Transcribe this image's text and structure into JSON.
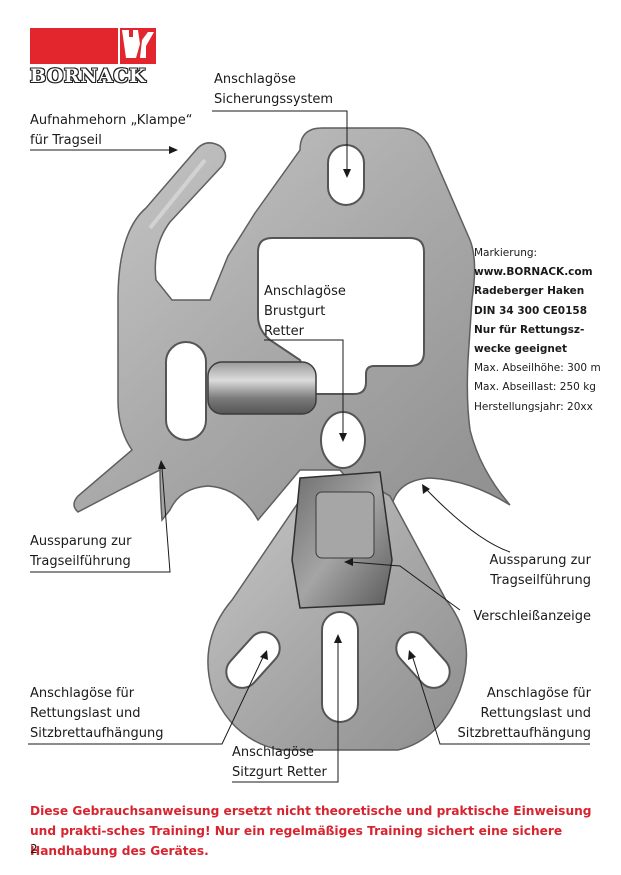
{
  "brand": {
    "name": "BORNACK",
    "logo_color": "#e3262e"
  },
  "labels": {
    "sicherung": [
      "Anschlagöse",
      "Sicherungssystem"
    ],
    "klampe": [
      "Aufnahmehorn „Klampe“",
      "für Tragseil"
    ],
    "brustgurt": [
      "Anschlagöse",
      "Brustgurt",
      "Retter"
    ],
    "aussparung_left": [
      "Aussparung zur",
      "Tragseilführung"
    ],
    "aussparung_right": [
      "Aussparung zur",
      "Tragseilführung"
    ],
    "verschleiss": "Verschleißanzeige",
    "rettungslast_left": [
      "Anschlagöse für",
      "Rettungslast und",
      "Sitzbrettaufhängung"
    ],
    "rettungslast_right": [
      "Anschlagöse für",
      "Rettungslast und",
      "Sitzbrettaufhängung"
    ],
    "sitzgurt": [
      "Anschlagöse",
      "Sitzgurt Retter"
    ]
  },
  "marking": {
    "heading": "Markierung:",
    "bold_lines": [
      "www.BORNACK.com",
      "Radeberger Haken",
      "DIN 34 300 CE0158",
      "Nur für Rettungsz-",
      "wecke geeignet"
    ],
    "lines": [
      "Max. Abseilhöhe: 300 m",
      "Max. Abseillast: 250 kg",
      "Herstellungsjahr: 20xx"
    ]
  },
  "warning": {
    "text": "Diese Gebrauchsanweisung ersetzt nicht theoretische und praktische Einweisung und prakti-sches Training! Nur ein regelmäßiges Training sichert eine sichere Handhabung des Gerätes.",
    "color": "#d8242f"
  },
  "page_number": "2"
}
